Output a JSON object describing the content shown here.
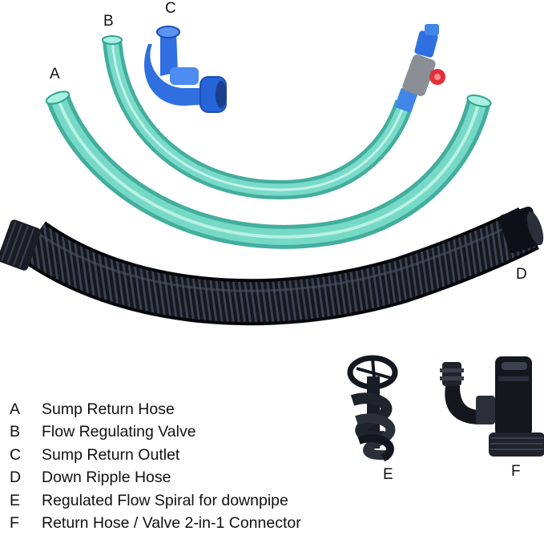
{
  "callouts": {
    "a": "A",
    "b": "B",
    "c": "C",
    "d": "D",
    "e": "E",
    "f": "F"
  },
  "legend": [
    {
      "letter": "A",
      "text": "Sump Return Hose"
    },
    {
      "letter": "B",
      "text": "Flow Regulating Valve"
    },
    {
      "letter": "C",
      "text": "Sump Return Outlet"
    },
    {
      "letter": "D",
      "text": "Down Ripple Hose"
    },
    {
      "letter": "E",
      "text": "Regulated Flow Spiral for downpipe"
    },
    {
      "letter": "F",
      "text": "Return Hose / Valve 2-in-1 Connector"
    }
  ],
  "colors": {
    "hose_teal": "#5fd3bf",
    "hose_teal_dark": "#2fa592",
    "pvc_blue": "#2f6fe0",
    "valve_grey": "#8a8f96",
    "valve_red": "#e0313b",
    "corrugated_black": "#14171e"
  }
}
